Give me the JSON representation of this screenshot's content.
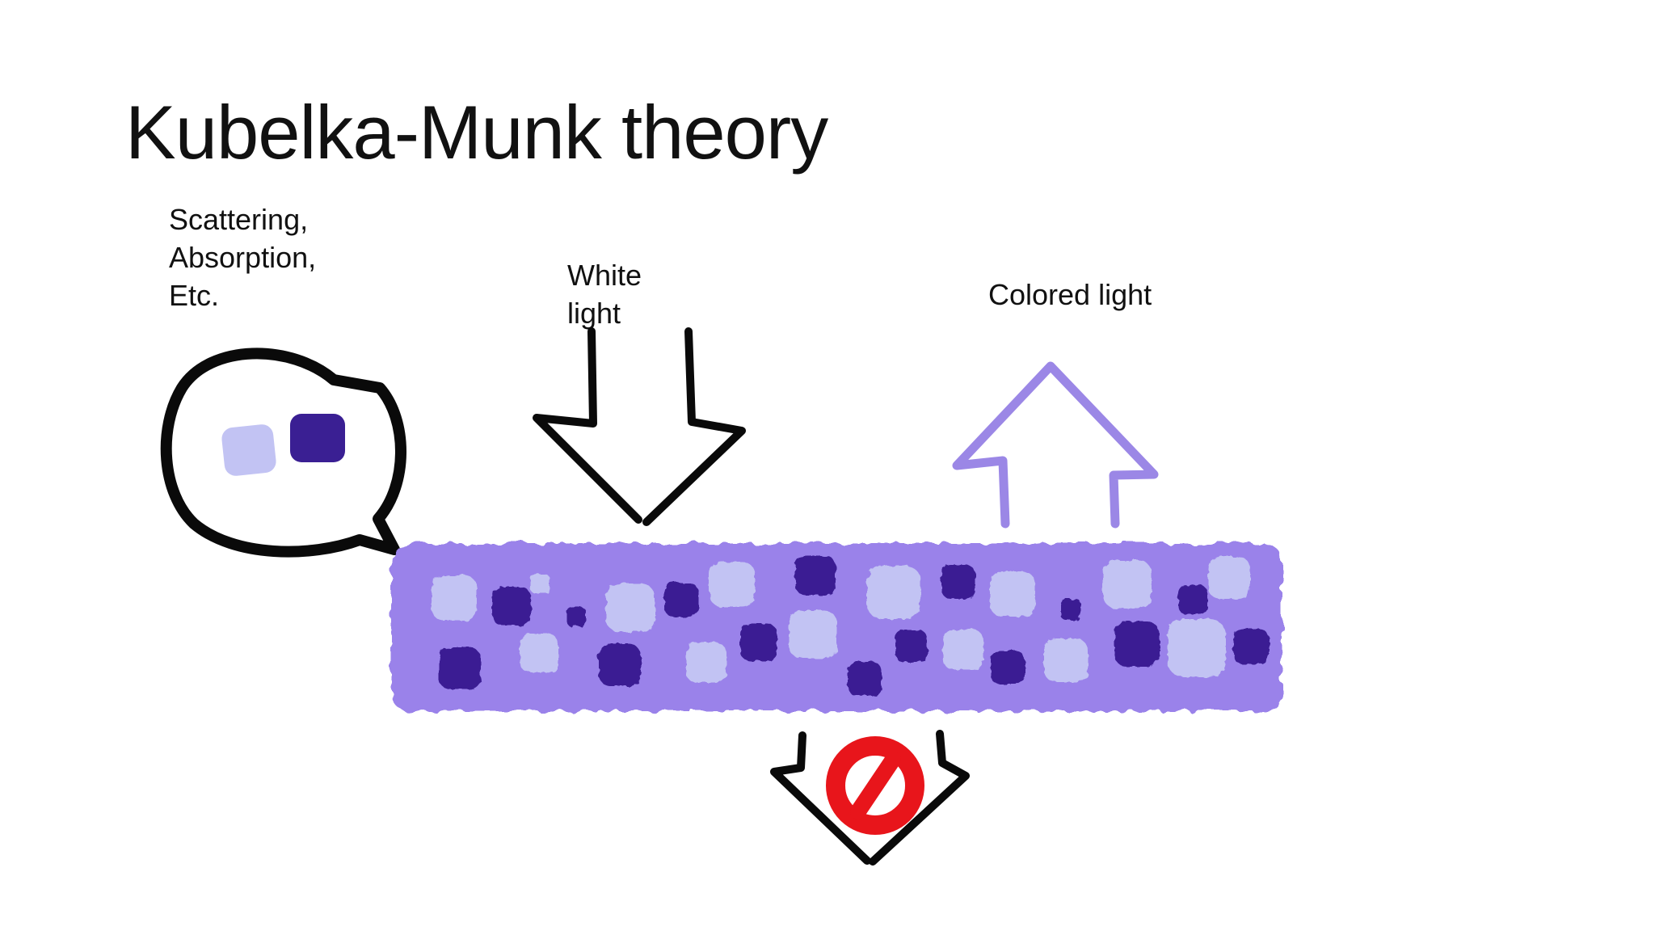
{
  "slide": {
    "title": "Kubelka-Munk theory",
    "labels": {
      "scatter_absorb": "Scattering,\nAbsorption,\nEtc.",
      "white_light": "White\nlight",
      "colored_light": "Colored light"
    }
  },
  "colors": {
    "layer": "#9a82ea",
    "light_particle": "#c2c3f3",
    "dark_particle": "#3a1f93",
    "colored_arrow": "#9b87e6",
    "ink": "#0a0a0a",
    "prohibit": "#e8151b"
  },
  "icons": {
    "thought_bubble": "speech-bubble-icon",
    "white_light_arrow": "down-arrow-icon",
    "colored_light_arrow": "up-arrow-icon",
    "transmitted_light": "down-arrow-icon",
    "blocked": "prohibited-icon"
  }
}
